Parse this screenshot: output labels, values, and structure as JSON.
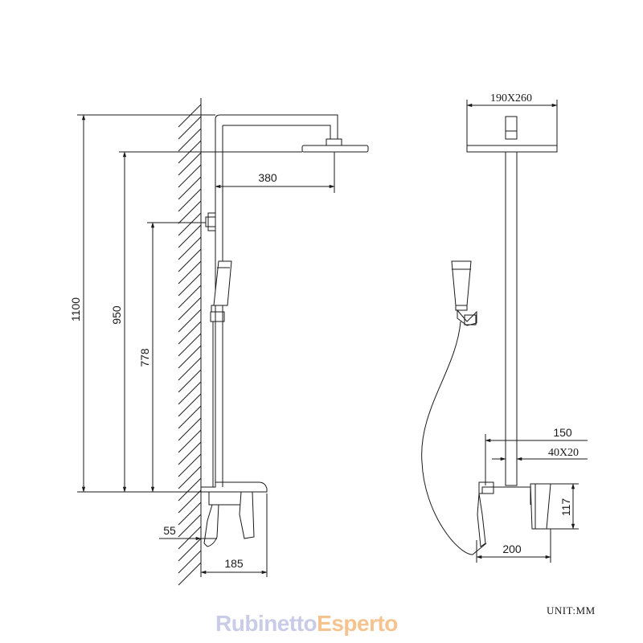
{
  "dimensions": {
    "total_height": "1100",
    "head_height": "950",
    "handset_height": "778",
    "arm_length": "380",
    "wall_offset": "55",
    "mixer_depth": "185",
    "head_size": "190X260",
    "spacing": "150",
    "bar_section": "40X20",
    "mixer_height": "117",
    "mixer_width": "200"
  },
  "unit_label": "UNIT:MM",
  "brand": {
    "part1": "Rubinetto",
    "part2": "Esperto"
  },
  "colors": {
    "line": "#1a1a1a",
    "brand_part1": "#c9cce6",
    "brand_part2": "#f4c38f"
  }
}
